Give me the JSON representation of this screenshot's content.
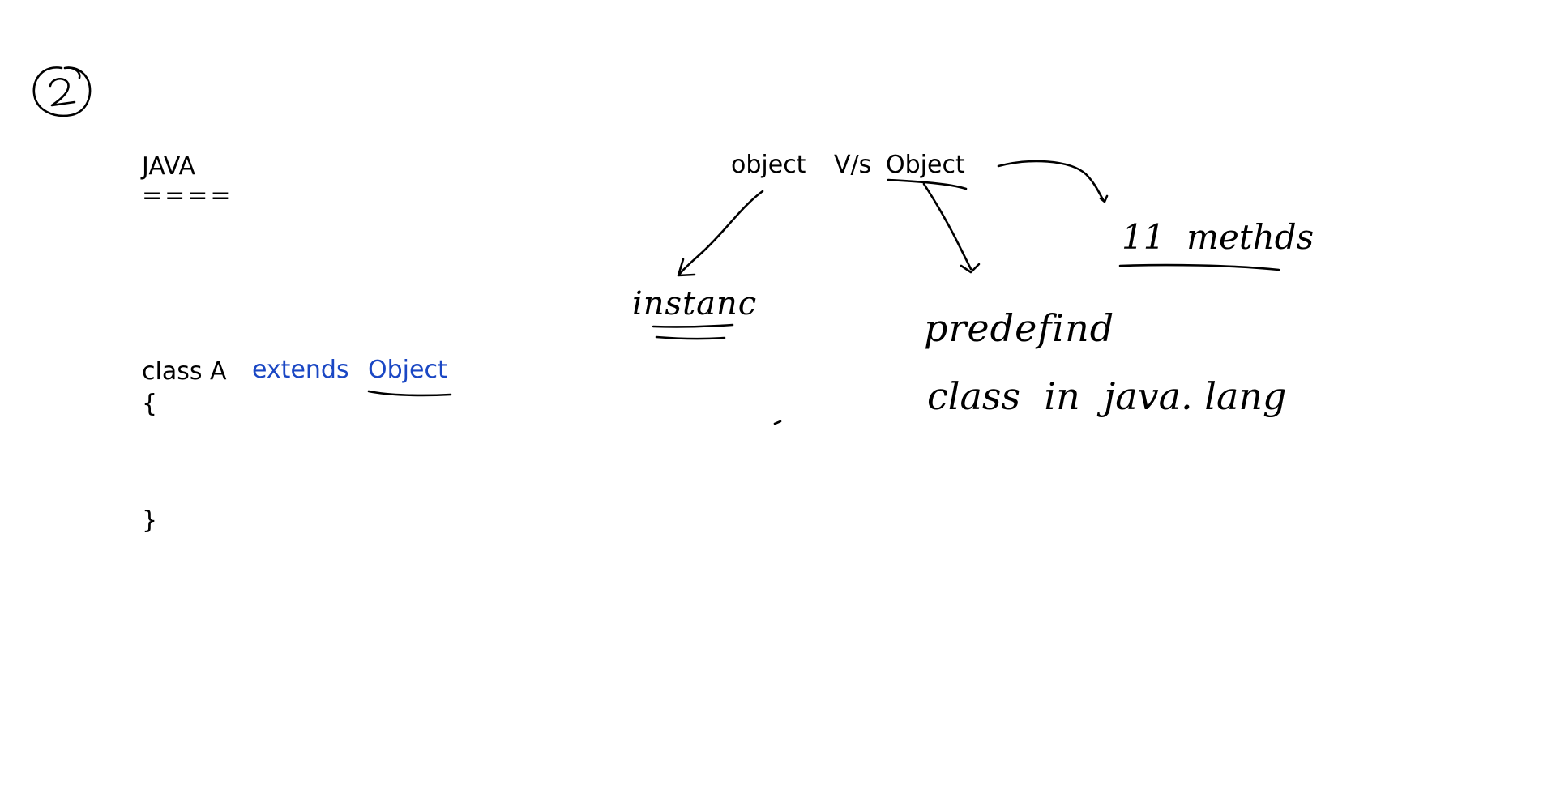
{
  "page_number": "2",
  "title": "JAVA",
  "title_underline": "====",
  "code": {
    "line1_class": "class A",
    "line1_extends": "extends",
    "line1_object": "Object",
    "open_brace": "{",
    "close_brace": "}"
  },
  "heading": {
    "left_term": "object",
    "versus": "V/s",
    "right_term": "Object"
  },
  "notes": {
    "instance": "instanc",
    "predefined": "predefind",
    "class_in_package": "class  in  java. lang",
    "methods": "11  methds"
  },
  "colors": {
    "keyword_blue": "#1a47c4",
    "ink": "#000000"
  }
}
